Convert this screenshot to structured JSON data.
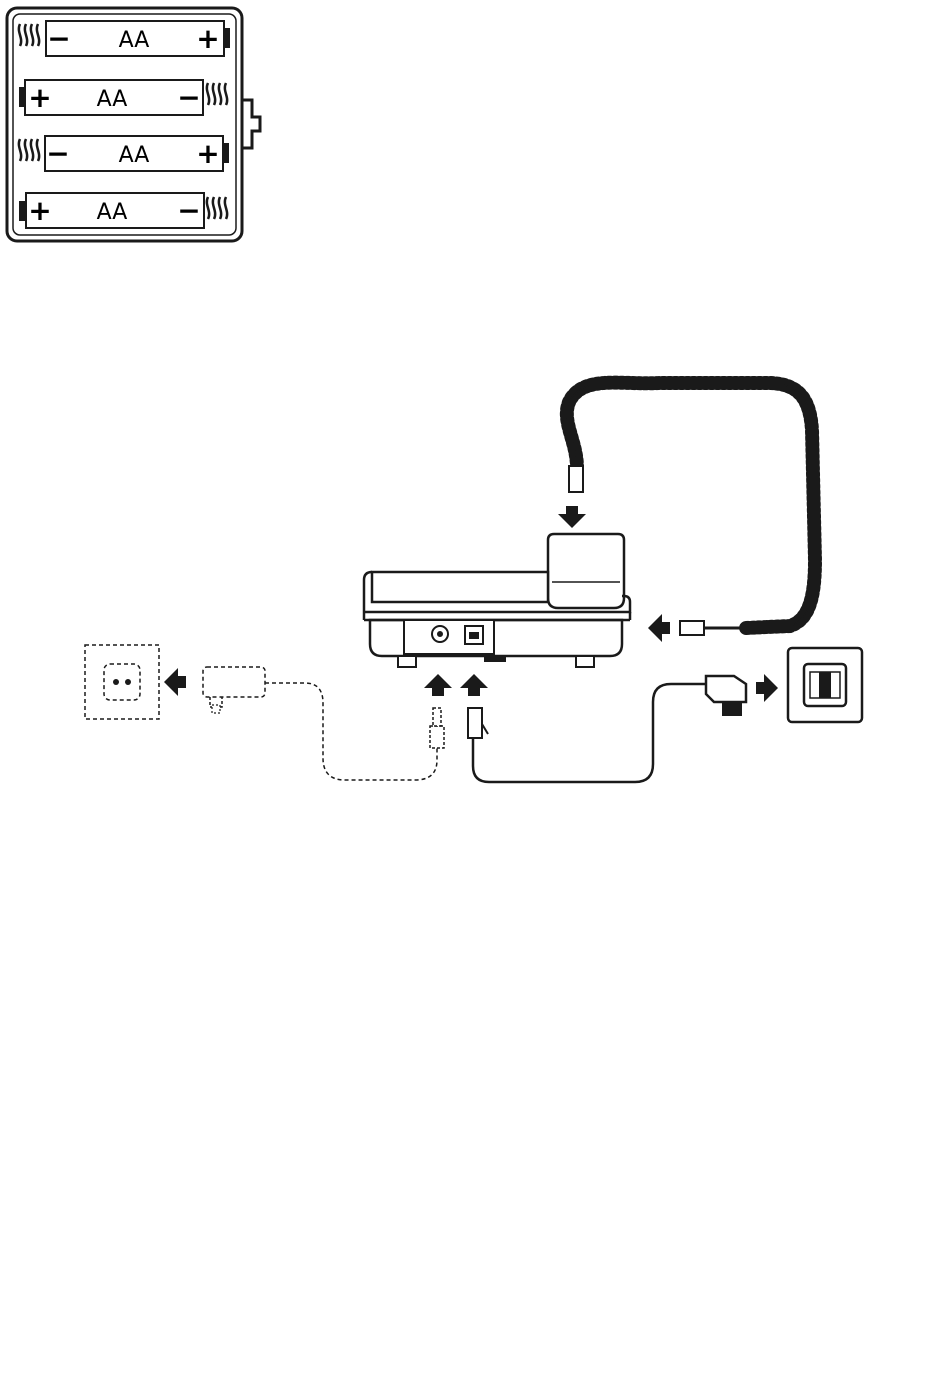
{
  "battery_pack": {
    "cells": [
      {
        "label": "AA",
        "left_sign": "−",
        "right_sign": "+"
      },
      {
        "label": "AA",
        "left_sign": "+",
        "right_sign": "−"
      },
      {
        "label": "AA",
        "left_sign": "−",
        "right_sign": "+"
      },
      {
        "label": "AA",
        "left_sign": "+",
        "right_sign": "−"
      }
    ]
  },
  "colors": {
    "line": "#1a1a1a",
    "background": "#ffffff"
  }
}
